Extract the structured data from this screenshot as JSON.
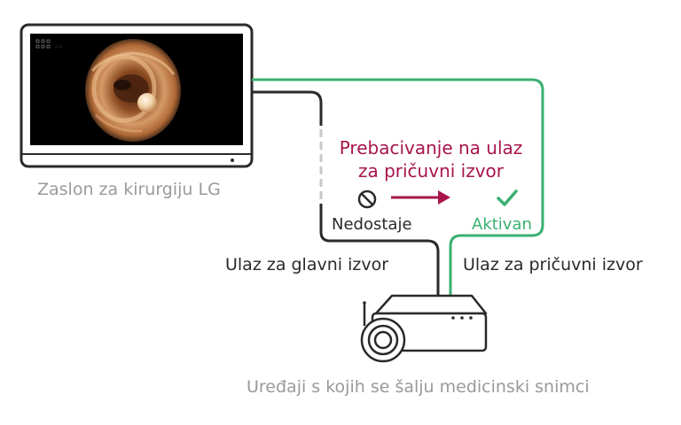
{
  "monitor": {
    "label": "Zaslon za kirurgiju LG",
    "screen_content": "endoscopy-image"
  },
  "switch": {
    "title_line1": "Prebacivanje na ulaz",
    "title_line2": "za pričuvni izvor"
  },
  "status": {
    "missing_label": "Nedostaje",
    "missing_icon": "prohibited-icon",
    "active_label": "Aktivan",
    "active_icon": "checkmark-icon"
  },
  "inputs": {
    "main_label": "Ulaz za glavni izvor",
    "backup_label": "Ulaz za pričuvni izvor"
  },
  "device": {
    "label": "Uređaji s kojih se šalju medicinski snimci"
  },
  "colors": {
    "primary_line": "#2a2a2a",
    "backup_line": "#3ab070",
    "accent": "#a8154c",
    "label_gray": "#9a9a9a"
  }
}
